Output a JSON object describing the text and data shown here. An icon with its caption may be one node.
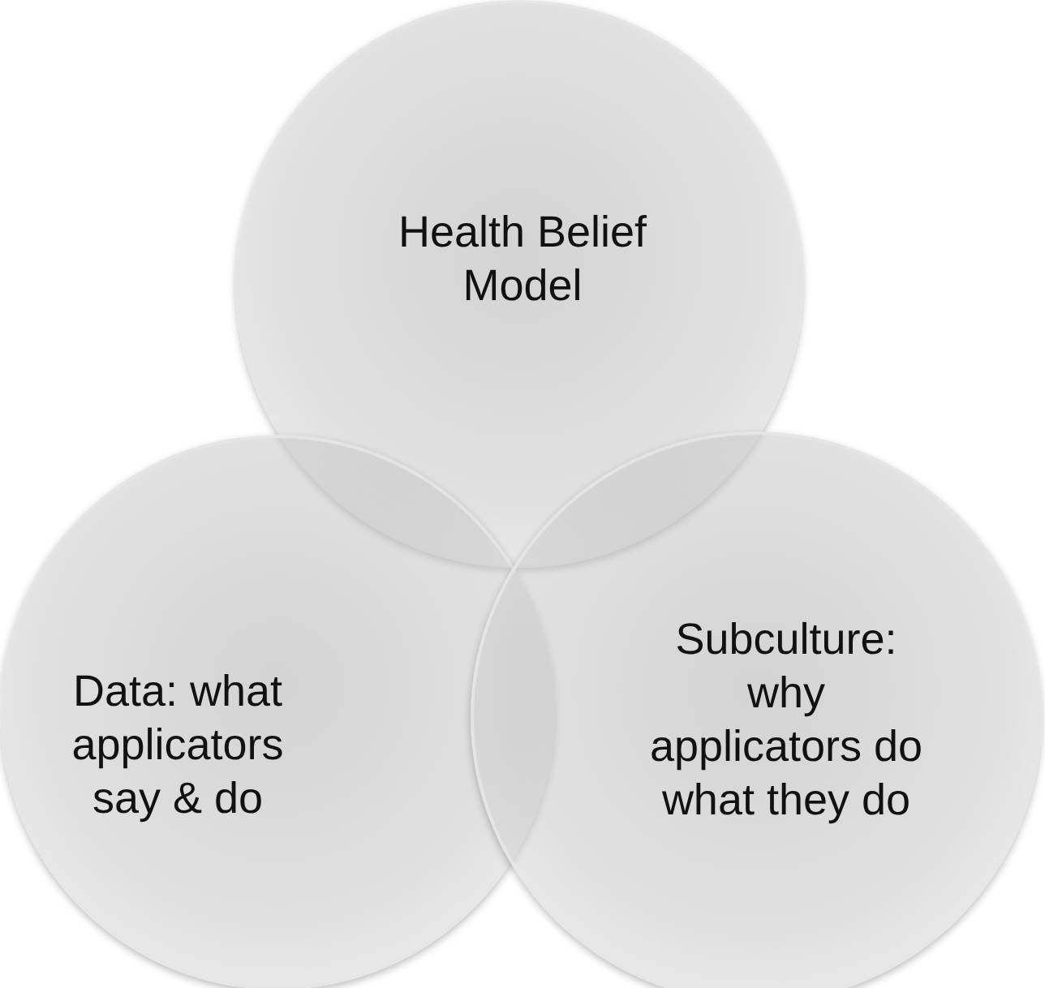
{
  "diagram": {
    "nodes": [
      {
        "text": [
          "Health Belief Model"
        ]
      },
      {
        "text": [
          "Data: what applicators say & do"
        ]
      },
      {
        "text": [
          "Subculture: why applicators do what they do"
        ]
      }
    ]
  }
}
